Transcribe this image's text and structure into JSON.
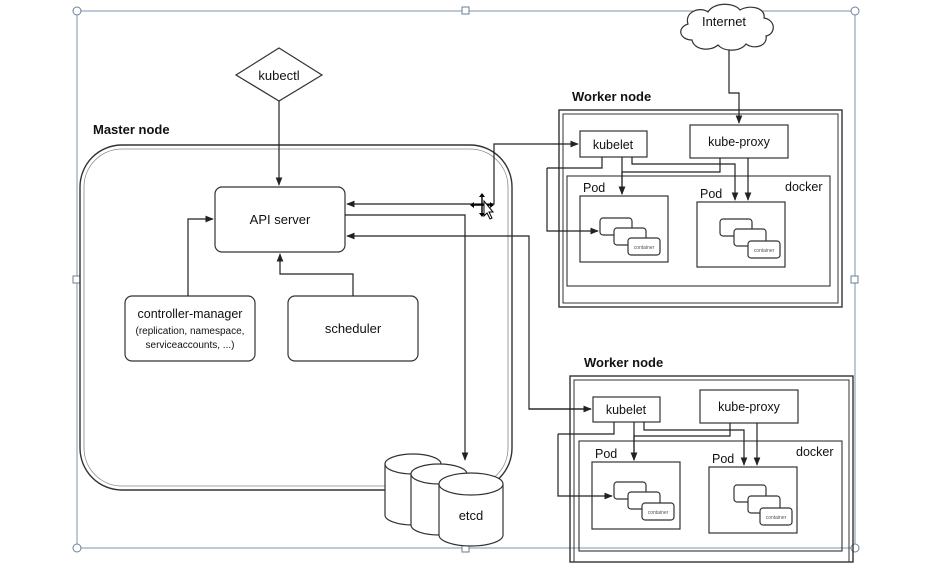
{
  "diagram": {
    "master_label": "Master node",
    "kubectl": "kubectl",
    "api_server": "API server",
    "controller_manager": {
      "line1": "controller-manager",
      "line2": "(replication, namespace,",
      "line3": "serviceaccounts, ...)"
    },
    "scheduler": "scheduler",
    "etcd": "etcd",
    "internet": "Internet",
    "worker_nodes": [
      {
        "label": "Worker node",
        "kubelet": "kubelet",
        "kube_proxy": "kube-proxy",
        "docker": "docker",
        "pods": [
          {
            "label": "Pod",
            "container": "container"
          },
          {
            "label": "Pod",
            "container": "container"
          }
        ]
      },
      {
        "label": "Worker node",
        "kubelet": "kubelet",
        "kube_proxy": "kube-proxy",
        "docker": "docker",
        "pods": [
          {
            "label": "Pod",
            "container": "container"
          },
          {
            "label": "Pod",
            "container": "container"
          }
        ]
      }
    ]
  }
}
